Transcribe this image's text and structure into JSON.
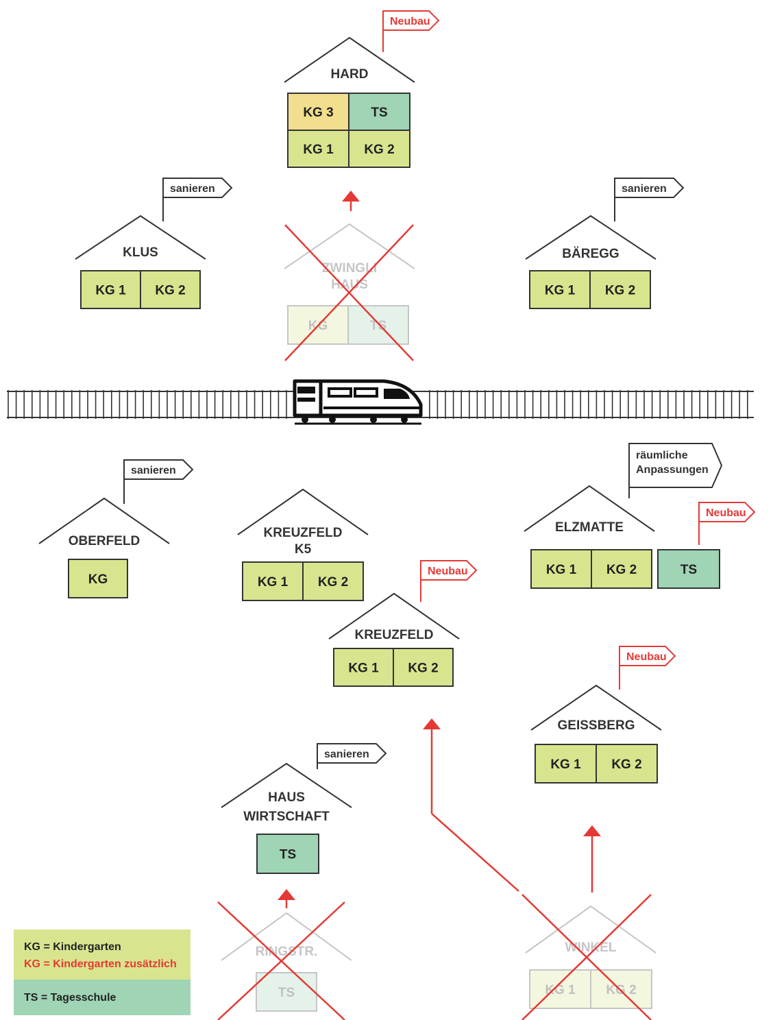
{
  "colors": {
    "kg": "#d9e58e",
    "ts": "#9fd4b5",
    "kg_new": "#f1de8e",
    "accent_red": "#e53935",
    "line": "#333333"
  },
  "houses": [
    {
      "id": "hard",
      "label": [
        "HARD"
      ],
      "flag": {
        "text": "Neubau",
        "style": "red"
      },
      "cells": [
        [
          {
            "text": "KG 3",
            "type": "kg_new"
          },
          {
            "text": "TS",
            "type": "ts"
          }
        ],
        [
          {
            "text": "KG 1",
            "type": "kg"
          },
          {
            "text": "KG 2",
            "type": "kg"
          }
        ]
      ]
    },
    {
      "id": "klus",
      "label": [
        "KLUS"
      ],
      "flag": {
        "text": "sanieren",
        "style": "black"
      },
      "cells": [
        [
          {
            "text": "KG 1",
            "type": "kg"
          },
          {
            "text": "KG 2",
            "type": "kg"
          }
        ]
      ]
    },
    {
      "id": "baeregg",
      "label": [
        "BÄREGG"
      ],
      "flag": {
        "text": "sanieren",
        "style": "black"
      },
      "cells": [
        [
          {
            "text": "KG 1",
            "type": "kg"
          },
          {
            "text": "KG 2",
            "type": "kg"
          }
        ]
      ]
    },
    {
      "id": "zwingli",
      "label": [
        "ZWINGLI",
        "HAUS"
      ],
      "removed": true,
      "cells": [
        [
          {
            "text": "KG",
            "type": "kg"
          },
          {
            "text": "TS",
            "type": "ts"
          }
        ]
      ]
    },
    {
      "id": "oberfeld",
      "label": [
        "OBERFELD"
      ],
      "flag": {
        "text": "sanieren",
        "style": "black"
      },
      "cells": [
        [
          {
            "text": "KG",
            "type": "kg"
          }
        ]
      ]
    },
    {
      "id": "kreuzfeld-k5",
      "label": [
        "KREUZFELD",
        "K5"
      ],
      "cells": [
        [
          {
            "text": "KG 1",
            "type": "kg"
          },
          {
            "text": "KG 2",
            "type": "kg"
          }
        ]
      ]
    },
    {
      "id": "elzmatte",
      "label": [
        "ELZMATTE"
      ],
      "flag": {
        "text": [
          "räumliche",
          "Anpassungen"
        ],
        "style": "black"
      },
      "cells": [
        [
          {
            "text": "KG 1",
            "type": "kg"
          },
          {
            "text": "KG 2",
            "type": "kg"
          }
        ]
      ],
      "extra": {
        "text": "TS",
        "type": "ts",
        "flag": {
          "text": "Neubau",
          "style": "red"
        }
      }
    },
    {
      "id": "kreuzfeld",
      "label": [
        "KREUZFELD"
      ],
      "flag": {
        "text": "Neubau",
        "style": "red"
      },
      "cells": [
        [
          {
            "text": "KG 1",
            "type": "kg"
          },
          {
            "text": "KG 2",
            "type": "kg"
          }
        ]
      ]
    },
    {
      "id": "geissberg",
      "label": [
        "GEISSBERG"
      ],
      "flag": {
        "text": "Neubau",
        "style": "red"
      },
      "cells": [
        [
          {
            "text": "KG 1",
            "type": "kg"
          },
          {
            "text": "KG 2",
            "type": "kg"
          }
        ]
      ]
    },
    {
      "id": "haus-wirtschaft",
      "label": [
        "HAUS",
        "WIRTSCHAFT"
      ],
      "flag": {
        "text": "sanieren",
        "style": "black"
      },
      "cells": [
        [
          {
            "text": "TS",
            "type": "ts"
          }
        ]
      ]
    },
    {
      "id": "ringstr",
      "label": [
        "RINGSTR."
      ],
      "removed": true,
      "cells": [
        [
          {
            "text": "TS",
            "type": "ts"
          }
        ]
      ]
    },
    {
      "id": "winkel",
      "label": [
        "WINKEL"
      ],
      "removed": true,
      "cells": [
        [
          {
            "text": "KG 1",
            "type": "kg"
          },
          {
            "text": "KG 2",
            "type": "kg"
          }
        ]
      ]
    }
  ],
  "legend": {
    "kg": "KG = Kindergarten",
    "kg_new": "KG = Kindergarten zusätzlich",
    "ts": "TS =  Tagesschule"
  }
}
